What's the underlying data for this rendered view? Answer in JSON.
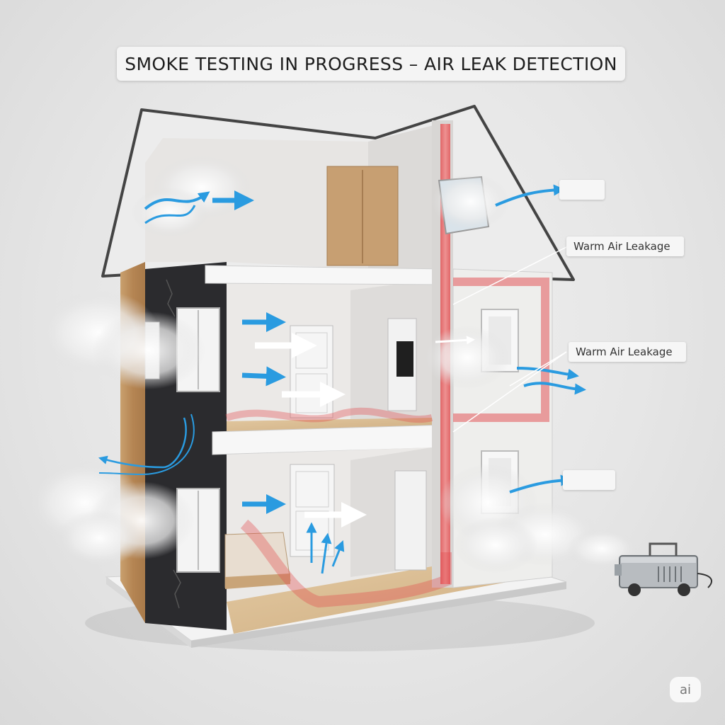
{
  "title": "SMOKE TESTING IN PROGRESS – AIR LEAK DETECTION",
  "callouts": [
    {
      "id": "roof-vent-callout",
      "text": ""
    },
    {
      "id": "upper-leak-callout",
      "text": "Warm Air Leakage"
    },
    {
      "id": "window-leak-callout",
      "text": "Warm Air Leakage"
    },
    {
      "id": "ground-leak-callout",
      "text": ""
    }
  ],
  "watermark": "ai",
  "colors": {
    "air_flow_arrow": "#2a9be0",
    "indoor_flow_arrow": "#ffffff",
    "warm_air_leak": "#e2474b",
    "smoke": "#f3f3f3",
    "exterior_wall": "#2a2a2d",
    "wood_siding": "#b88a5a"
  },
  "icons": [
    "smoke-machine-icon",
    "ai-watermark-icon"
  ]
}
